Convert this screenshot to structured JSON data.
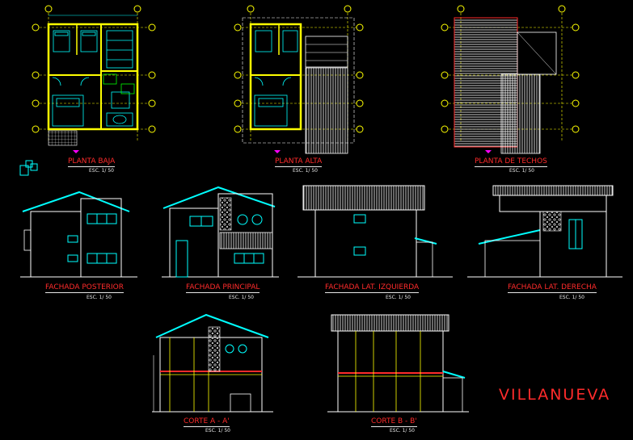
{
  "drawings": {
    "planta_baja": {
      "title": "PLANTA BAJA",
      "scale": "ESC. 1/ 50"
    },
    "planta_alta": {
      "title": "PLANTA ALTA",
      "scale": "ESC. 1/ 50"
    },
    "planta_techos": {
      "title": "PLANTA DE TECHOS",
      "scale": "ESC. 1/ 50"
    },
    "fachada_posterior": {
      "title": "FACHADA POSTERIOR",
      "scale": "ESC. 1/ 50"
    },
    "fachada_principal": {
      "title": "FACHADA PRINCIPAL",
      "scale": "ESC. 1/ 50"
    },
    "fachada_lat_izq": {
      "title": "FACHADA LAT. IZQUIERDA",
      "scale": "ESC. 1/ 50"
    },
    "fachada_lat_der": {
      "title": "FACHADA LAT. DERECHA",
      "scale": "ESC. 1/ 50"
    },
    "corte_a": {
      "title": "CORTE A - A'",
      "scale": "ESC. 1/ 50"
    },
    "corte_b": {
      "title": "CORTE B - B'",
      "scale": "ESC. 1/ 50"
    }
  },
  "brand": "VILLANUEVA",
  "colors": {
    "background": "#000000",
    "label": "#ff2b2b",
    "wall": "#ffff00",
    "line": "#00ffff",
    "axis": "#ffff00"
  }
}
